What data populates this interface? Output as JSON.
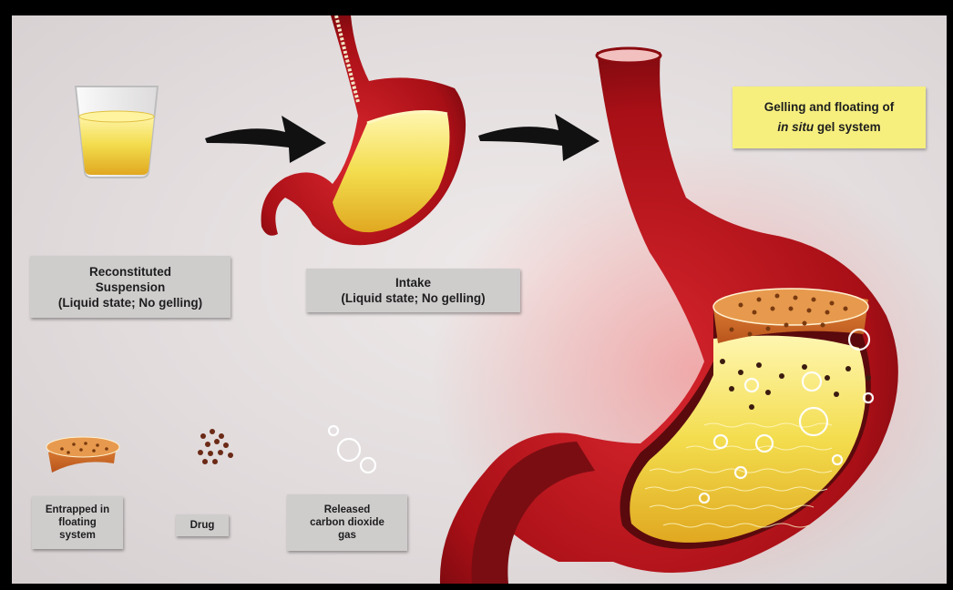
{
  "labels": {
    "reconstituted": [
      "Reconstituted",
      "Suspension",
      "(Liquid state; No gelling)"
    ],
    "intake": [
      "Intake",
      "(Liquid state; No gelling)"
    ],
    "gelling": {
      "line1": "Gelling and floating of",
      "italic": "in situ",
      "rest": " gel system"
    },
    "entrapped": [
      "Entrapped in",
      "floating",
      "system"
    ],
    "drug": "Drug",
    "co2": [
      "Released",
      "carbon dioxide",
      "gas"
    ]
  },
  "colors": {
    "stomach_wall": "#b0121a",
    "stomach_dark": "#6e0a0e",
    "gel_liquid": "#f1d43c",
    "label_gray": "#cfcccc",
    "label_yellow": "#f6ef7e",
    "disc_orange": "#d9742a"
  }
}
